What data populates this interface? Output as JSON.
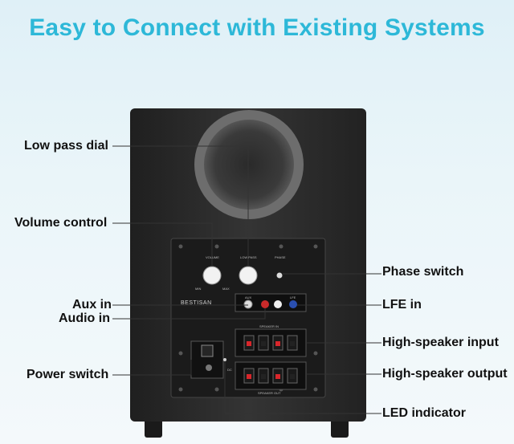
{
  "title": "Easy to Connect with Existing Systems",
  "labels": {
    "low_pass_dial": "Low pass dial",
    "volume_control": "Volume control",
    "aux_in": "Aux in",
    "audio_in": "Audio in",
    "power_switch": "Power switch",
    "phase_switch": "Phase switch",
    "lfe_in": "LFE in",
    "high_speaker_input": "High-speaker input",
    "high_speaker_output": "High-speaker output",
    "led_indicator": "LED indicator"
  },
  "panel": {
    "brand": "BESTISAN",
    "volume": "VOLUME",
    "low_pass": "LOW PASS",
    "phase": "PHASE",
    "min": "MIN",
    "max": "MAX",
    "aux": "AUX",
    "lfe": "LFE",
    "speaker_in": "SPEAKER IN",
    "speaker_out": "SPEAKER OUT",
    "dc": "DC"
  },
  "colors": {
    "accent": "#2db8d8",
    "cabinet": "#2b2b2b",
    "terminal_red": "#d8262b"
  }
}
